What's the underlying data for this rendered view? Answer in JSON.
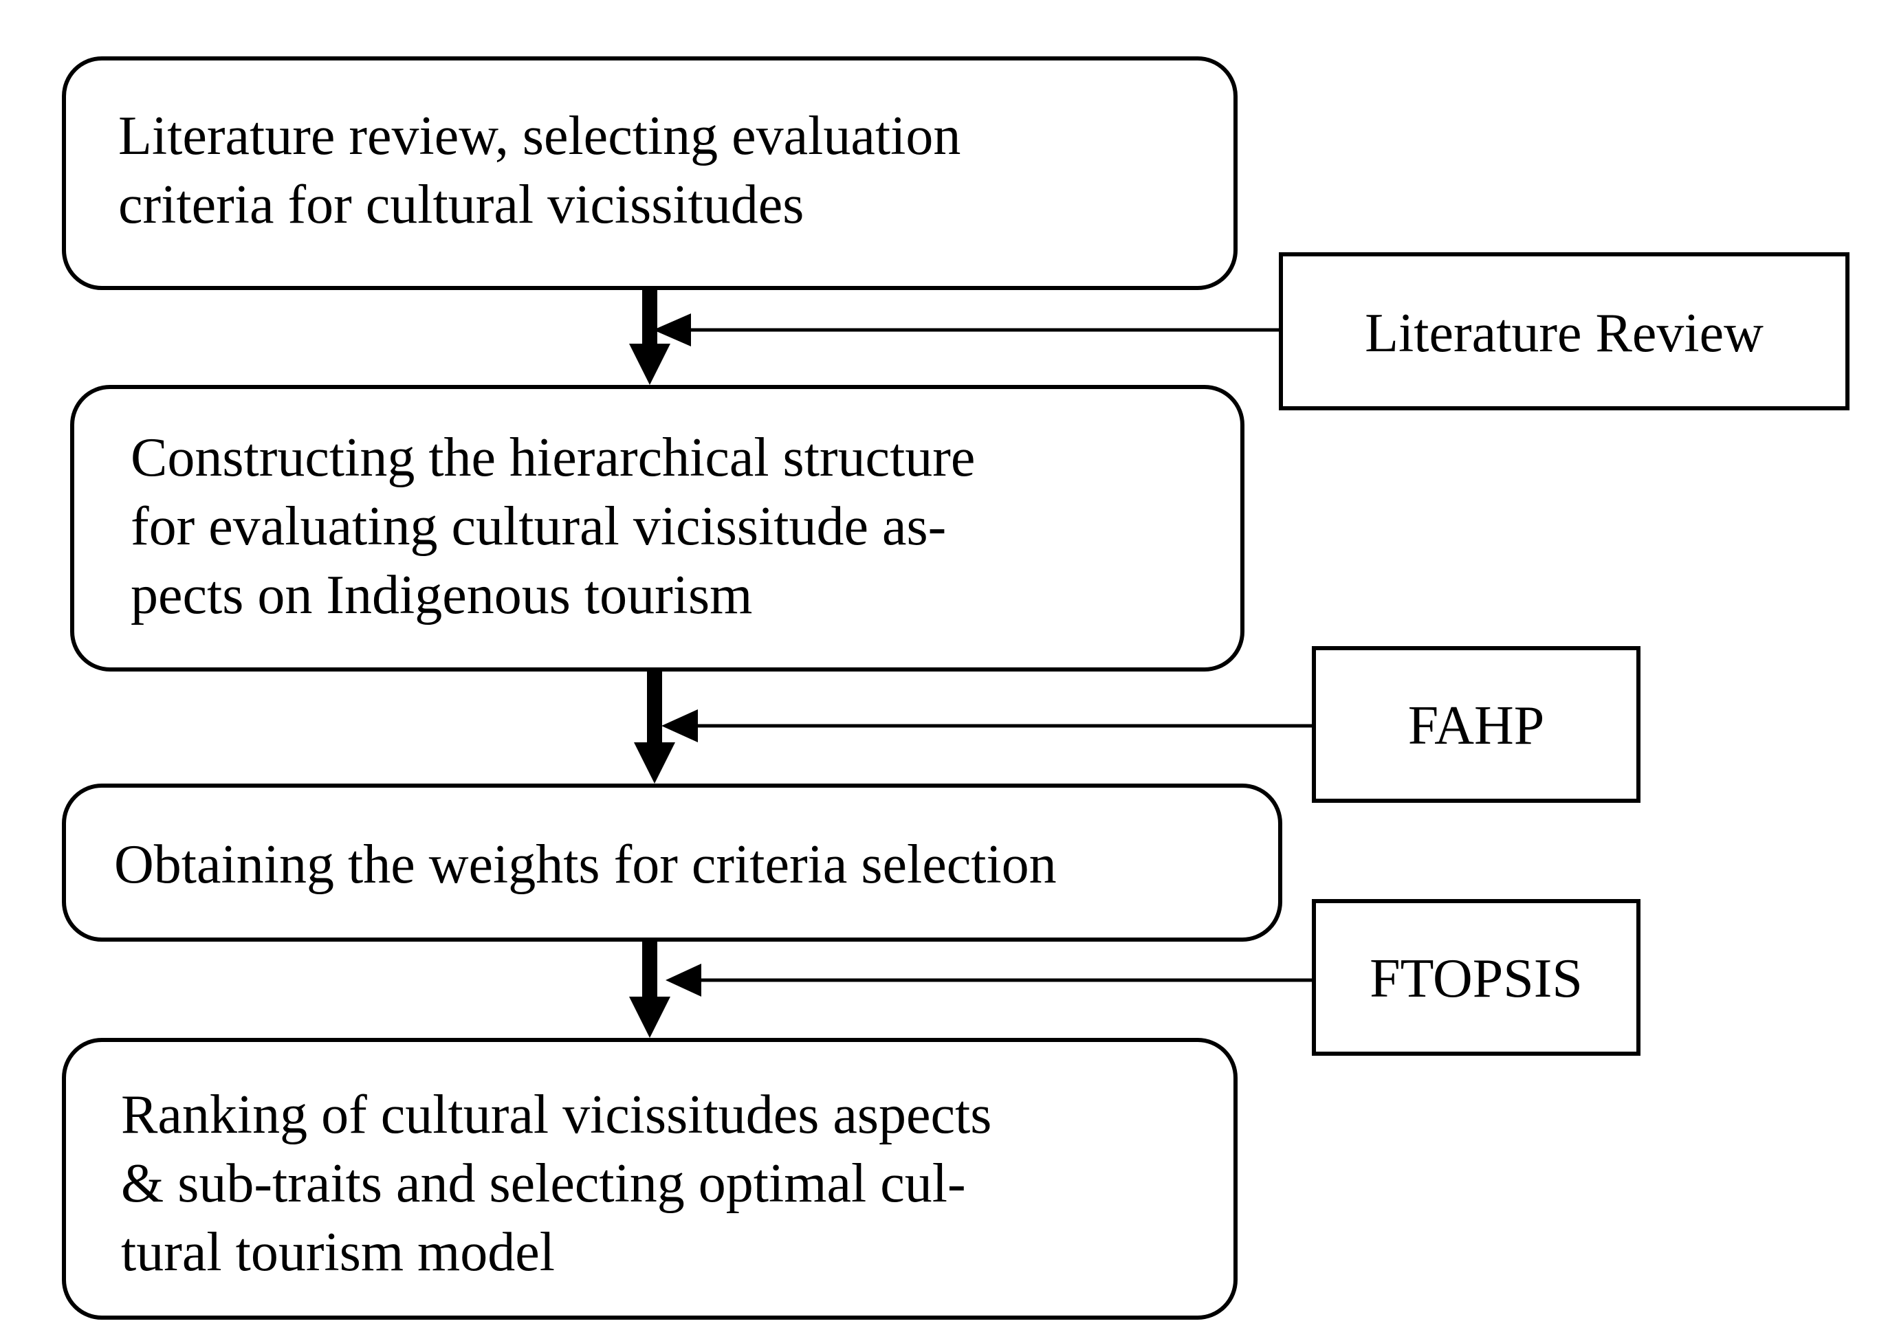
{
  "steps": [
    {
      "lines": [
        "Literature review, selecting evaluation",
        "criteria for cultural vicissitudes"
      ]
    },
    {
      "lines": [
        "Constructing the hierarchical structure",
        "for evaluating cultural vicissitude as-",
        "pects on Indigenous tourism"
      ]
    },
    {
      "lines": [
        "Obtaining the weights for criteria selection"
      ]
    },
    {
      "lines": [
        "Ranking of cultural vicissitudes aspects",
        "& sub-traits and selecting optimal cul-",
        "tural tourism model"
      ]
    }
  ],
  "methods": [
    {
      "label": "Literature Review"
    },
    {
      "label": "FAHP"
    },
    {
      "label": "FTOPSIS"
    }
  ],
  "colors": {
    "stroke": "#000000",
    "background": "#ffffff"
  }
}
